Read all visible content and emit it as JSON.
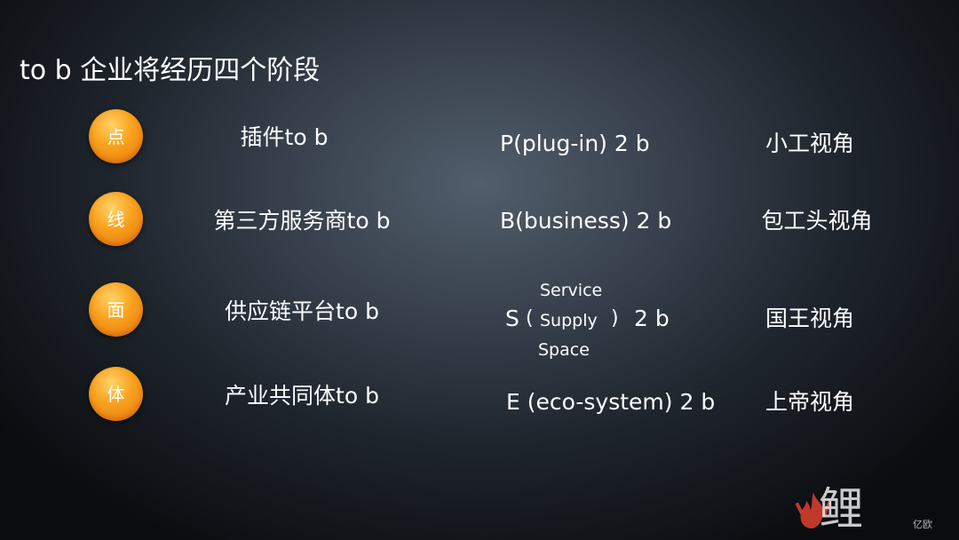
{
  "title": "to b 企业将经历四个阶段",
  "stages": [
    {
      "badge": "点",
      "name": "插件to b",
      "model": "P(plug-in) 2 b",
      "view": "小工视角"
    },
    {
      "badge": "线",
      "name": "第三方服务商to b",
      "model": "B(business) 2 b",
      "view": "包工头视角"
    },
    {
      "badge": "面",
      "name": "供应链平台to b",
      "model_prefix": "S",
      "model_open": "(",
      "model_close": ")",
      "model_options": [
        "Service",
        "Supply",
        "Space"
      ],
      "model_suffix": "2 b",
      "view": "国王视角"
    },
    {
      "badge": "体",
      "name": "产业共同体to b",
      "model": "E (eco-system) 2 b",
      "view": "上帝视角"
    }
  ],
  "watermark": {
    "text": "鲤",
    "subtext": "亿欧",
    "color": "#c0392b"
  }
}
